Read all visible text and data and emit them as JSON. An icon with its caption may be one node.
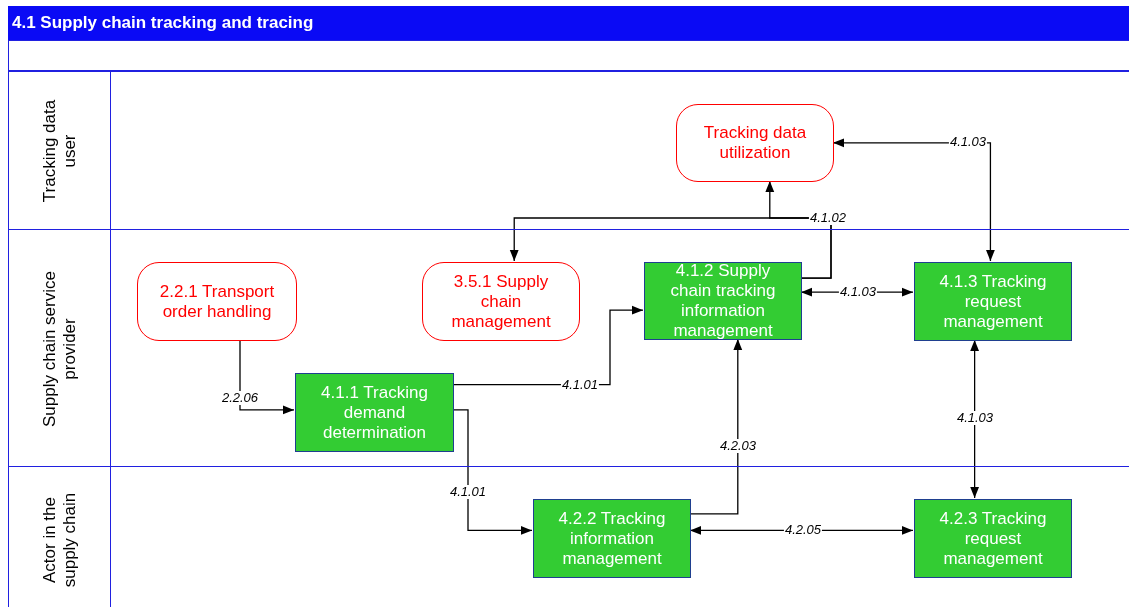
{
  "diagram": {
    "title": "4.1 Supply chain tracking and tracing",
    "nodes": [
      {
        "text": [
          "Tracking data user"
        ]
      },
      {
        "text": [
          "Supply chain service provider"
        ]
      },
      {
        "text": [
          "Actor in the supply chain"
        ]
      },
      {
        "text": [
          "Tracking data utilization"
        ],
        "in": 0
      },
      {
        "text": [
          "2.2.1 Transport order handling"
        ],
        "in": 1
      },
      {
        "text": [
          "3.5.1 Supply chain management"
        ],
        "in": 1
      },
      {
        "text": [
          "4.1.2 Supply chain tracking information management"
        ],
        "in": 1
      },
      {
        "text": [
          "4.1.3 Tracking request management"
        ],
        "in": 1
      },
      {
        "text": [
          "4.1.1 Tracking demand determination"
        ],
        "in": 1
      },
      {
        "text": [
          "4.2.2 Tracking information management"
        ],
        "in": 2
      },
      {
        "text": [
          "4.2.3 Tracking request management"
        ],
        "in": 2
      }
    ],
    "edges": [
      {
        "from": 4,
        "to": 8,
        "arrow": "to",
        "label": "2.2.06"
      },
      {
        "from": 8,
        "to": 6,
        "arrow": "to",
        "label": "4.1.01"
      },
      {
        "from": 8,
        "to": 9,
        "arrow": "to",
        "label": "4.1.01"
      },
      {
        "from": 6,
        "to": 3,
        "arrow": "to",
        "label": "4.1.02"
      },
      {
        "from": 6,
        "to": 5,
        "arrow": "to"
      },
      {
        "from": 7,
        "to": 3,
        "arrow": "both",
        "label": "4.1.03"
      },
      {
        "from": 6,
        "to": 7,
        "arrow": "both",
        "label": "4.1.03"
      },
      {
        "from": 7,
        "to": 10,
        "arrow": "both",
        "label": "4.1.03"
      },
      {
        "from": 9,
        "to": 6,
        "arrow": "to",
        "label": "4.2.03"
      },
      {
        "from": 9,
        "to": 10,
        "arrow": "both",
        "label": "4.2.05"
      }
    ]
  }
}
